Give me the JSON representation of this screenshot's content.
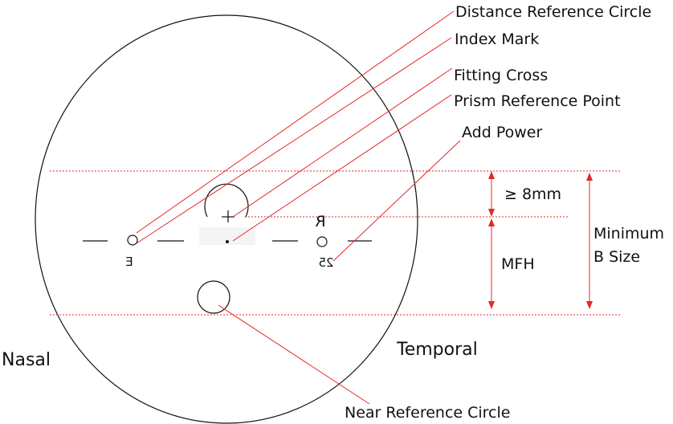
{
  "colors": {
    "outline": "#111111",
    "leader": "#e32828",
    "background": "#ffffff"
  },
  "callouts": {
    "distance_reference_circle": "Distance Reference Circle",
    "index_mark": "Index Mark",
    "fitting_cross": "Fitting Cross",
    "prism_reference_point": "Prism Reference Point",
    "add_power": "Add Power",
    "near_reference_circle": "Near Reference Circle"
  },
  "measurements": {
    "min_height": "≥ 8mm",
    "mfh": "MFH",
    "minimum_b_size_line1": "Minimum",
    "minimum_b_size_line2": "B Size"
  },
  "sides": {
    "nasal": "Nasal",
    "temporal": "Temporal"
  },
  "lens_marks": {
    "left_engraving": "E",
    "right_engraving": "R",
    "add_power_engraving": "25"
  }
}
